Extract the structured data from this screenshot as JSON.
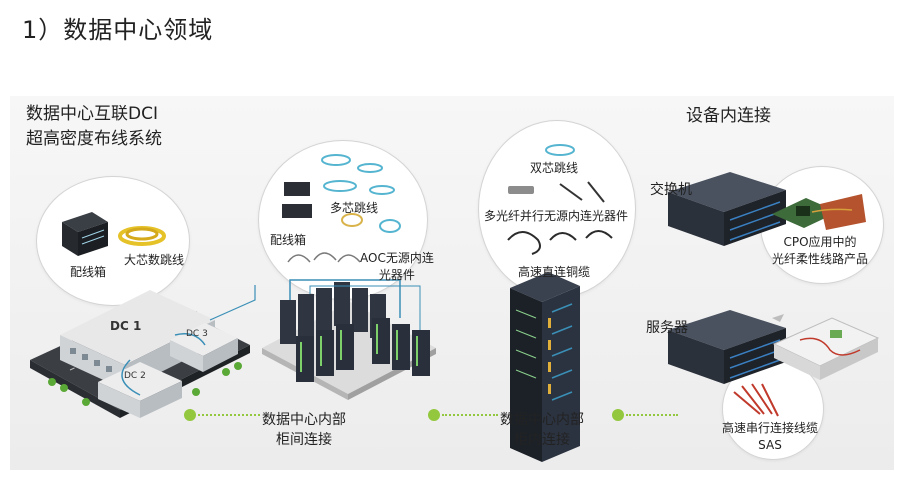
{
  "title": "1）数据中心领域",
  "dci": {
    "line1": "数据中心互联DCI",
    "line2": "超高密度布线系统",
    "patch_box": "配线箱",
    "trunk_cable": "大芯数跳线",
    "dc1": "DC 1",
    "dc2": "DC 2",
    "dc3": "DC 3"
  },
  "inter_cabinet": {
    "multi_core": "多芯跳线",
    "patch_box": "配线箱",
    "aoc_line1": "AOC无源内连",
    "aoc_line2": "光器件",
    "caption_line1": "数据中心内部",
    "caption_line2": "柜间连接"
  },
  "intra_cabinet": {
    "duplex": "双芯跳线",
    "parallel": "多光纤并行无源内连光器件",
    "dac": "高速直连铜缆",
    "caption_line1": "数据中心内部",
    "caption_line2": "柜内连接"
  },
  "device": {
    "title": "设备内连接",
    "switch": "交换机",
    "cpo_line1": "CPO应用中的",
    "cpo_line2": "光纤柔性线路产品",
    "server": "服务器",
    "sas_line1": "高速串行连接线缆",
    "sas_line2": "SAS"
  },
  "colors": {
    "accent": "#93c83e",
    "cable_blue": "#3a8fb7",
    "rack_dark": "#2c3340"
  }
}
